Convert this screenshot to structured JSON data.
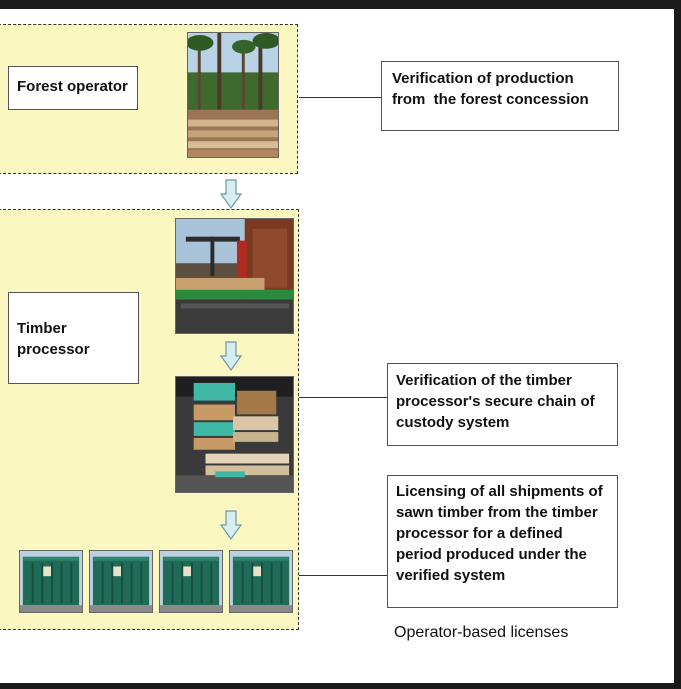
{
  "nodes": {
    "forest_operator": "Forest operator",
    "timber_processor": "Timber\nprocessor"
  },
  "notes": {
    "production": "Verification of production\nfrom  the forest concession",
    "chain": "Verification of the timber\nprocessor's secure chain of\ncustody system",
    "licensing": "Licensing of all shipments of\nsawn timber from the timber\nprocessor for a defined\nperiod produced under the\nverified system"
  },
  "caption": "Operator-based licenses",
  "colors": {
    "panel_fill": "#fbf7c1",
    "arrow_fill": "#d7eef0",
    "arrow_stroke": "#6c9aa4",
    "container_green": "#1f6b57"
  },
  "icons": {
    "arrow": "down-arrow-icon",
    "photos": [
      "forest-logging-photo",
      "sawmill-photo",
      "stacked-timber-photo",
      "shipping-container-photo"
    ]
  }
}
